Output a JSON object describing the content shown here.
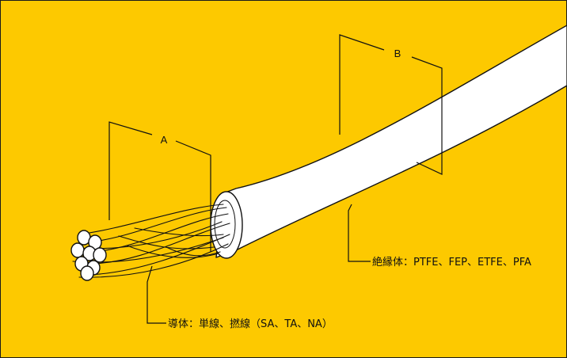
{
  "colors": {
    "background": "#fdc900",
    "frame": "#1a1a1a",
    "insulation_fill": "#ffffff",
    "conductor_stroke": "#111111"
  },
  "diagram": {
    "marker_a": "A",
    "marker_b": "B",
    "conductor_label": "導体：単線、撚線（SA、TA、NA）",
    "insulation_label": "絶縁体：PTFE、FEP、ETFE、PFA"
  }
}
